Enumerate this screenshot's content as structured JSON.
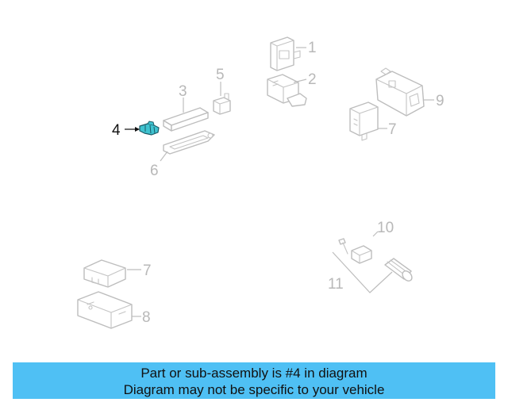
{
  "diagram": {
    "callouts": {
      "c1": "1",
      "c2": "2",
      "c3": "3",
      "c4": "4",
      "c5": "5",
      "c6": "6",
      "c7a": "7",
      "c7b": "7",
      "c8": "8",
      "c9": "9",
      "c10": "10",
      "c11": "11"
    },
    "highlight_part": "4",
    "colors": {
      "highlight_fill": "#3fc3d0",
      "active_callout": "#111111",
      "inactive_line": "#bdbdbd",
      "banner_bg": "#4fc0f4"
    }
  },
  "banner": {
    "line1": "Part or sub-assembly is #4 in diagram",
    "line2": "Diagram may not be specific to your vehicle"
  }
}
